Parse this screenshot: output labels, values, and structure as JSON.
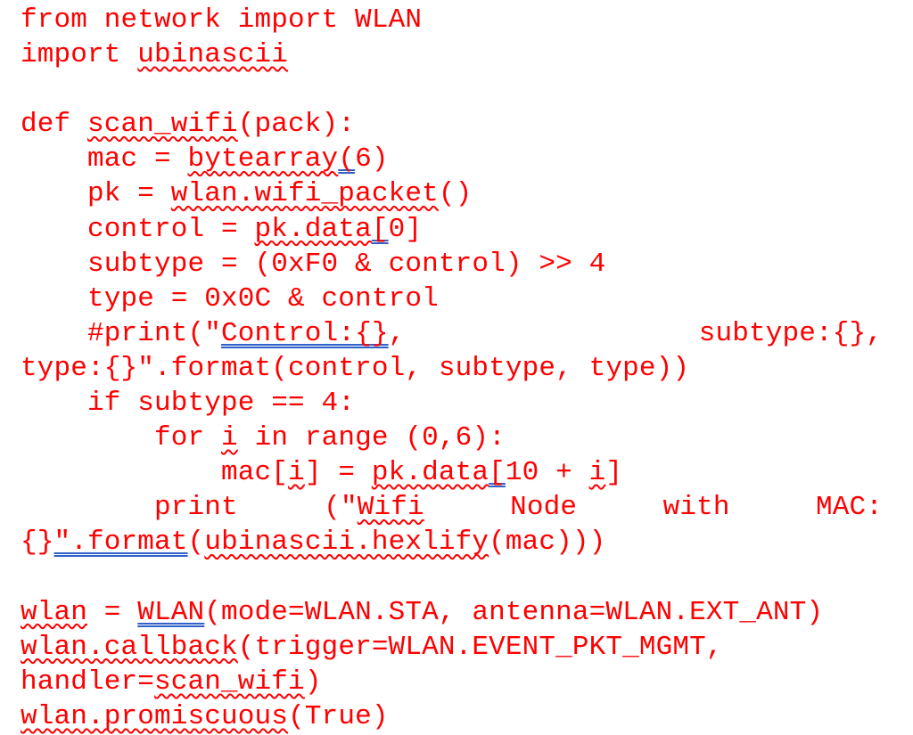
{
  "colors": {
    "text": "#fe0000",
    "spell_underline": "#fe0000",
    "grammar_underline": "#3060c8",
    "background": "#ffffff"
  },
  "lines": [
    {
      "justify": false,
      "groups": [
        [
          {
            "t": "from network import WLAN"
          }
        ]
      ]
    },
    {
      "justify": false,
      "groups": [
        [
          {
            "t": "import "
          },
          {
            "t": "ubinascii",
            "d": "spell"
          }
        ]
      ]
    },
    {
      "justify": false,
      "groups": [
        [
          {
            "t": ""
          }
        ]
      ]
    },
    {
      "justify": false,
      "groups": [
        [
          {
            "t": "def "
          },
          {
            "t": "scan_wifi",
            "d": "spell"
          },
          {
            "t": "(pack):"
          }
        ]
      ]
    },
    {
      "justify": false,
      "groups": [
        [
          {
            "t": "    mac = "
          },
          {
            "t": "bytearray",
            "d": "spell"
          },
          {
            "t": "(",
            "d": "grammar"
          },
          {
            "t": "6)"
          }
        ]
      ]
    },
    {
      "justify": false,
      "groups": [
        [
          {
            "t": "    pk = "
          },
          {
            "t": "wlan.wifi_packet",
            "d": "spell"
          },
          {
            "t": "()"
          }
        ]
      ]
    },
    {
      "justify": false,
      "groups": [
        [
          {
            "t": "    control = "
          },
          {
            "t": "pk.data",
            "d": "spell"
          },
          {
            "t": "[",
            "d": "grammar"
          },
          {
            "t": "0]"
          }
        ]
      ]
    },
    {
      "justify": false,
      "groups": [
        [
          {
            "t": "    subtype = (0xF0 & control) >> 4"
          }
        ]
      ]
    },
    {
      "justify": false,
      "groups": [
        [
          {
            "t": "    type = 0x0C & control"
          }
        ]
      ]
    },
    {
      "justify": true,
      "groups": [
        [
          {
            "t": "    #print(\""
          },
          {
            "t": "Control:{}",
            "d": "grammar"
          },
          {
            "t": ","
          }
        ],
        [
          {
            "t": "subtype:{},"
          }
        ]
      ]
    },
    {
      "justify": false,
      "groups": [
        [
          {
            "t": "type:{}\".format(control, subtype, type))"
          }
        ]
      ]
    },
    {
      "justify": false,
      "groups": [
        [
          {
            "t": "    if subtype == 4:"
          }
        ]
      ]
    },
    {
      "justify": false,
      "groups": [
        [
          {
            "t": "        for "
          },
          {
            "t": "i",
            "d": "spell"
          },
          {
            "t": " in range (0,6):"
          }
        ]
      ]
    },
    {
      "justify": false,
      "groups": [
        [
          {
            "t": "            mac["
          },
          {
            "t": "i",
            "d": "spell"
          },
          {
            "t": "] = "
          },
          {
            "t": "pk.data",
            "d": "spell"
          },
          {
            "t": "[",
            "d": "grammar"
          },
          {
            "t": "10 + "
          },
          {
            "t": "i",
            "d": "spell"
          },
          {
            "t": "]"
          }
        ]
      ]
    },
    {
      "justify": true,
      "groups": [
        [
          {
            "t": "        print"
          }
        ],
        [
          {
            "t": "(\""
          },
          {
            "t": "Wifi",
            "d": "spell"
          }
        ],
        [
          {
            "t": "Node"
          }
        ],
        [
          {
            "t": "with"
          }
        ],
        [
          {
            "t": "MAC:"
          }
        ]
      ]
    },
    {
      "justify": false,
      "groups": [
        [
          {
            "t": "{}"
          },
          {
            "t": "\".format",
            "d": "grammar"
          },
          {
            "t": "("
          },
          {
            "t": "ubinascii.hexlify",
            "d": "spell"
          },
          {
            "t": "(mac)))"
          }
        ]
      ]
    },
    {
      "justify": false,
      "groups": [
        [
          {
            "t": ""
          }
        ]
      ]
    },
    {
      "justify": false,
      "groups": [
        [
          {
            "t": "wlan",
            "d": "spell"
          },
          {
            "t": " = "
          },
          {
            "t": "WLAN",
            "d": "grammar"
          },
          {
            "t": "(mode=WLAN.STA, antenna=WLAN.EXT_ANT)"
          }
        ]
      ]
    },
    {
      "justify": false,
      "groups": [
        [
          {
            "t": "wlan.callback",
            "d": "spell"
          },
          {
            "t": "(trigger=WLAN.EVENT_PKT_MGMT,"
          }
        ]
      ]
    },
    {
      "justify": false,
      "groups": [
        [
          {
            "t": "handler="
          },
          {
            "t": "scan_wifi",
            "d": "spell"
          },
          {
            "t": ")"
          }
        ]
      ]
    },
    {
      "justify": false,
      "groups": [
        [
          {
            "t": "wlan.promiscuous",
            "d": "spell"
          },
          {
            "t": "(True)"
          }
        ]
      ]
    }
  ]
}
